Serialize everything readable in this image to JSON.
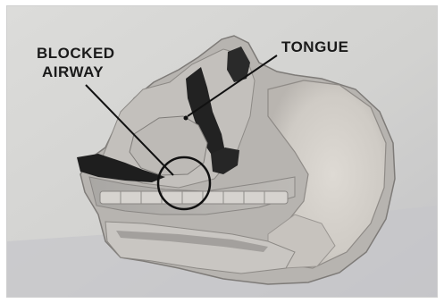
{
  "labels": {
    "blocked_airway_line1": "BLOCKED",
    "blocked_airway_line2": "AIRWAY",
    "tongue": "TONGUE"
  }
}
